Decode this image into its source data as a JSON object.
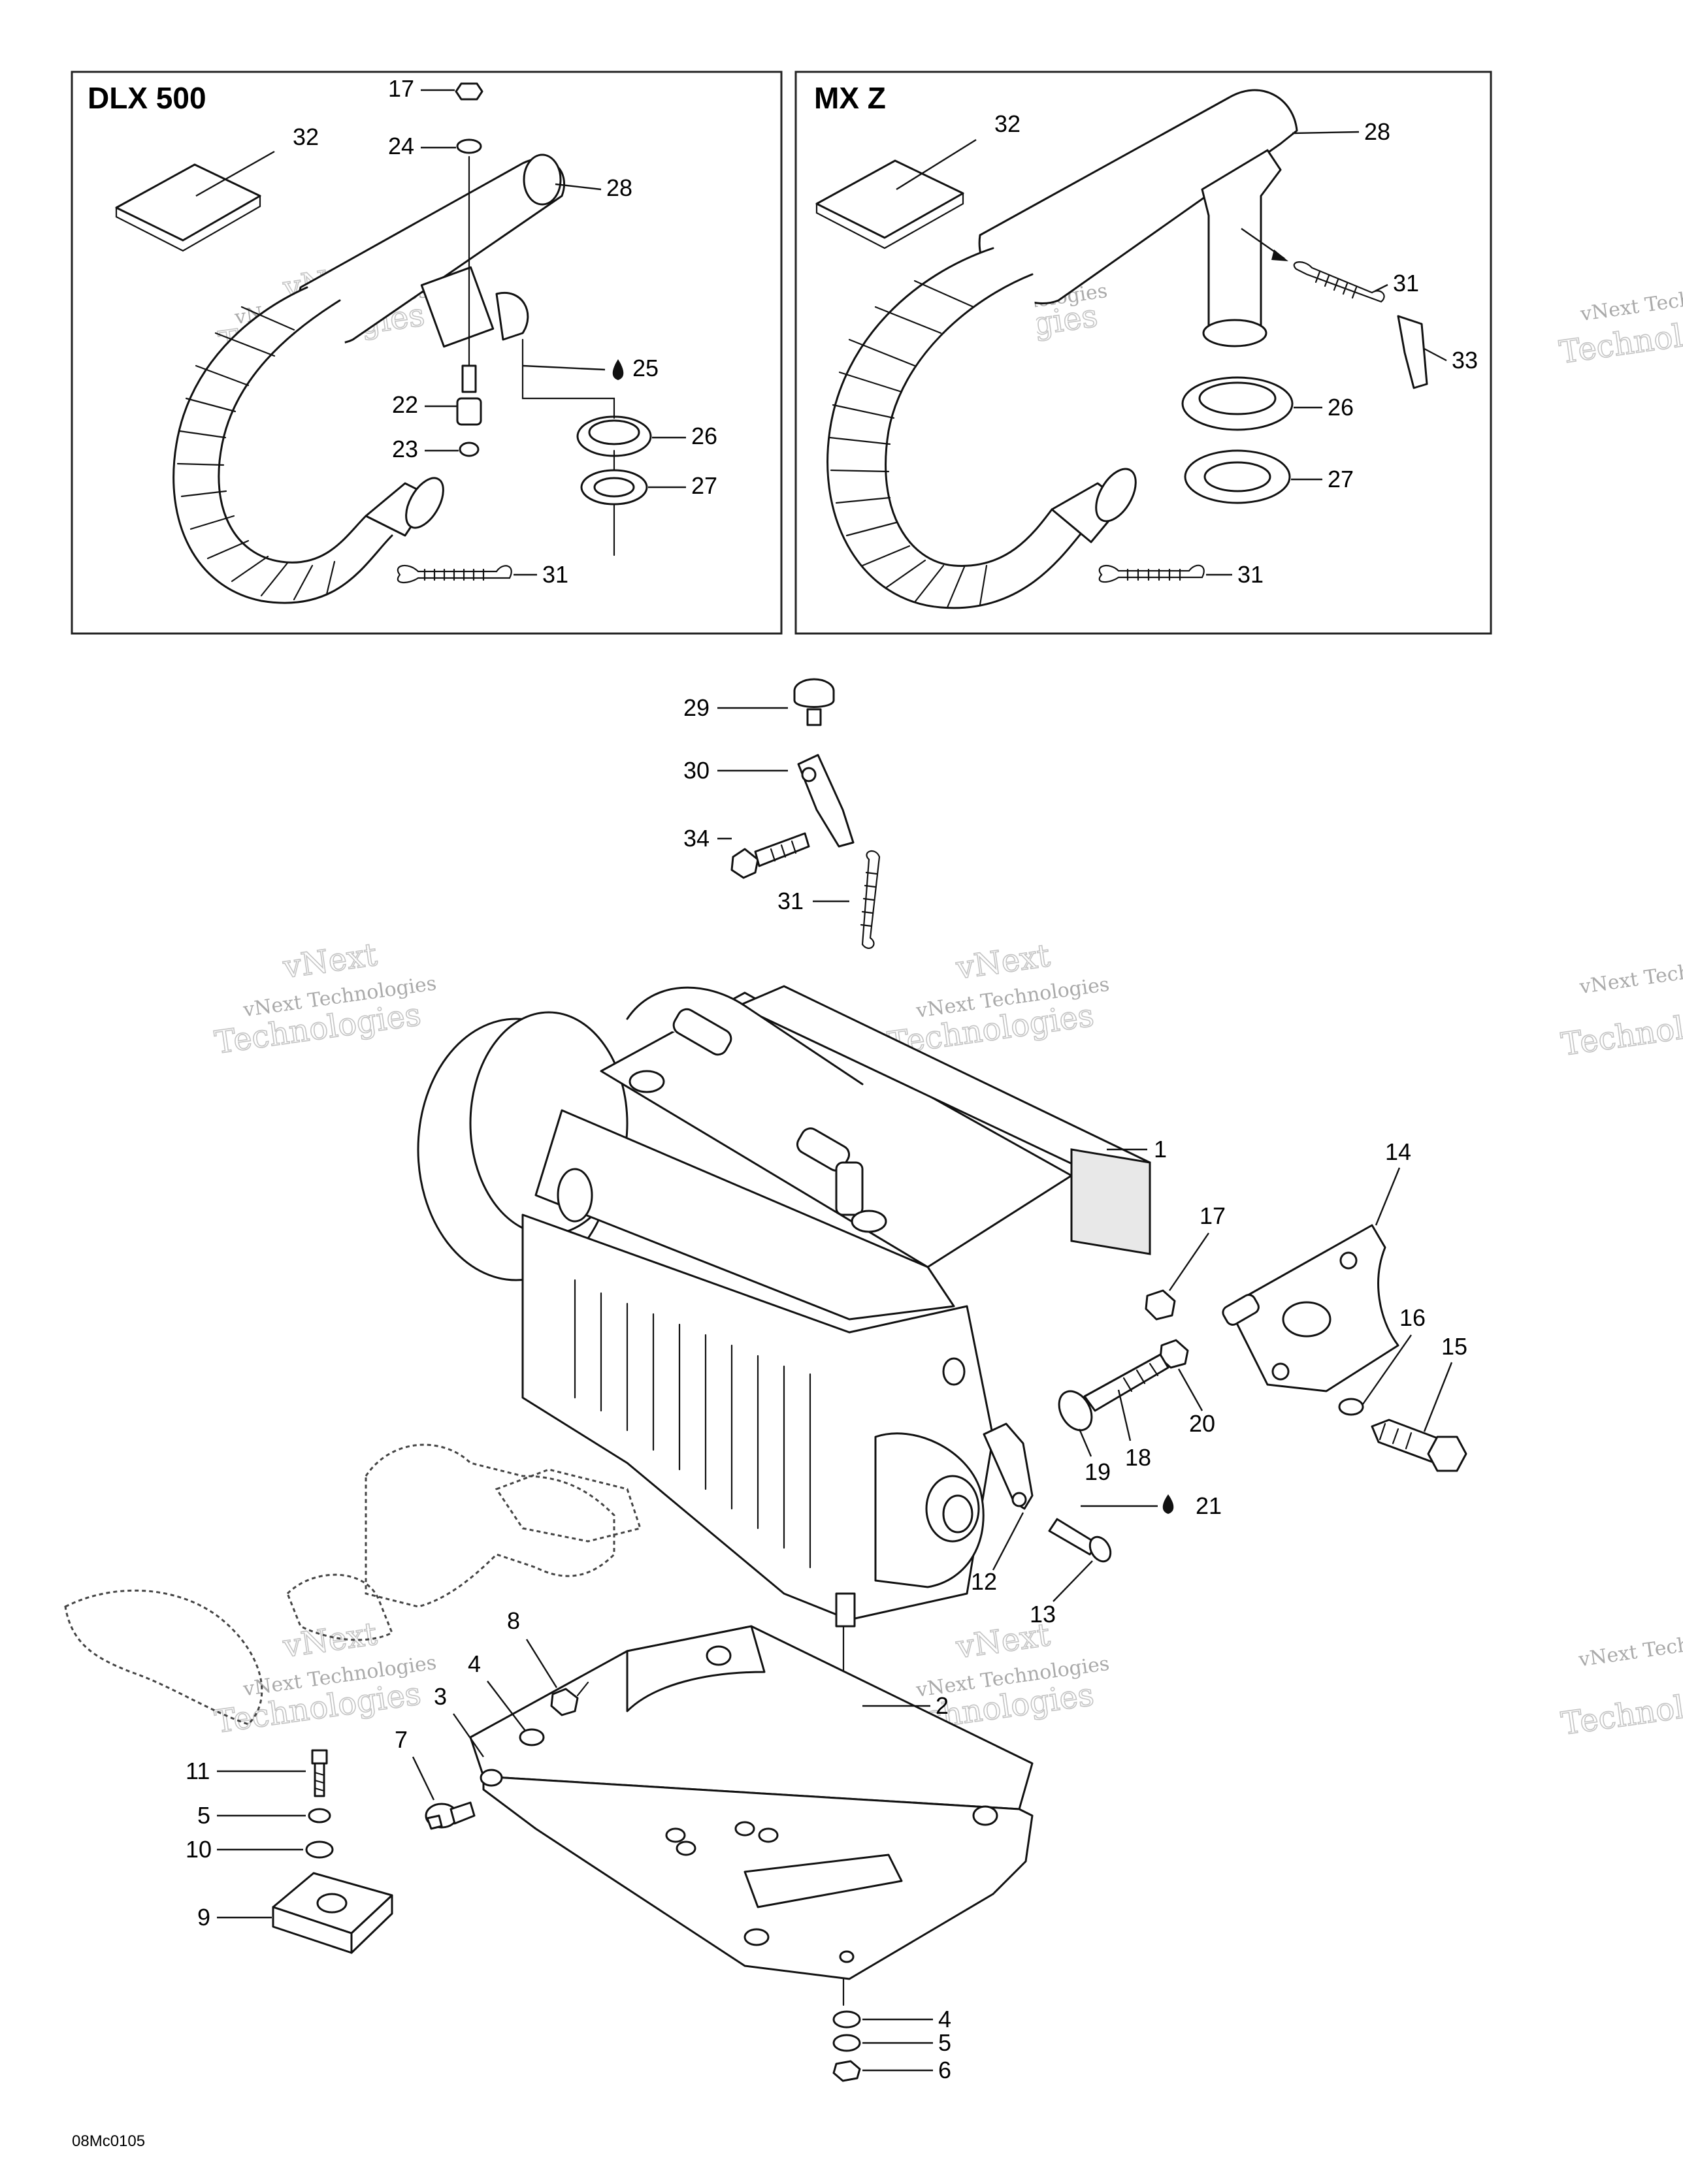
{
  "sections": {
    "left_title": "DLX 500",
    "right_title": "MX Z"
  },
  "drawing_code": "08Mc0105",
  "watermark": {
    "line1": "vNext Technologies",
    "line2": "Technologies",
    "line_top": "vNext"
  },
  "callouts": {
    "dlx_17": "17",
    "dlx_24": "24",
    "dlx_32": "32",
    "dlx_28": "28",
    "dlx_25": "25",
    "dlx_22": "22",
    "dlx_23": "23",
    "dlx_26": "26",
    "dlx_27": "27",
    "dlx_31": "31",
    "mxz_32": "32",
    "mxz_28": "28",
    "mxz_31a": "31",
    "mxz_33": "33",
    "mxz_26": "26",
    "mxz_27": "27",
    "mxz_31b": "31",
    "p29": "29",
    "p30": "30",
    "p34": "34",
    "p31": "31",
    "p1": "1",
    "p14": "14",
    "p17": "17",
    "p16": "16",
    "p15": "15",
    "p20": "20",
    "p19": "19",
    "p18": "18",
    "p21": "21",
    "p12": "12",
    "p13": "13",
    "p2": "2",
    "p8": "8",
    "p4a": "4",
    "p3": "3",
    "p7": "7",
    "p11": "11",
    "p5a": "5",
    "p10": "10",
    "p9": "9",
    "p4b": "4",
    "p5b": "5",
    "p6": "6"
  }
}
